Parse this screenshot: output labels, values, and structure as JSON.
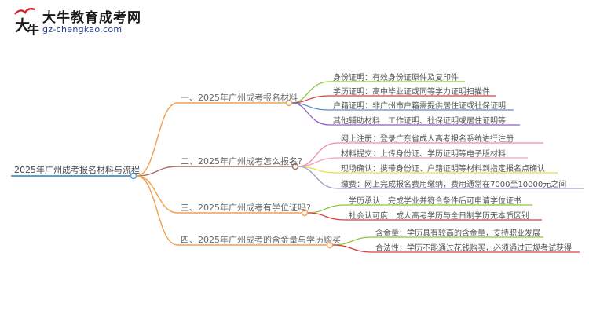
{
  "logo": {
    "title": "大牛教育成考网",
    "url": "gz-chengkao.com"
  },
  "root": "2025年广州成考报名材料与流程",
  "branches": [
    {
      "label": "一、2025年广州成考报名材料",
      "color": "#f0a050",
      "children": [
        {
          "text": "身份证明：有效身份证原件及复印件",
          "color": "#8cc63f"
        },
        {
          "text": "学历证明：高中毕业证或同等学力证明扫描件",
          "color": "#e03c3c"
        },
        {
          "text": "户籍证明：非广州市户籍需提供居住证或社保证明",
          "color": "#5a8cd8"
        },
        {
          "text": "其他辅助材料：工作证明、社保证明或居住证明等",
          "color": "#8e5fc8"
        }
      ]
    },
    {
      "label": "二、2025年广州成考怎么报名?",
      "color": "#a07060",
      "children": [
        {
          "text": "网上注册：登录广东省成人高考报名系统进行注册",
          "color": "#f08aa8"
        },
        {
          "text": "材料提交：上传身份证、学历证明等电子版材料",
          "color": "#f0a0b8"
        },
        {
          "text": "现场确认：携带身份证、户籍证明等材料到指定报名点确认",
          "color": "#e8e040"
        },
        {
          "text": "缴费：网上完成报名费用缴纳，费用通常在7000至10000元之间",
          "color": "#9aa0c8"
        }
      ]
    },
    {
      "label": "三、2025年广州成考有学位证吗?",
      "color": "#f0a050",
      "children": [
        {
          "text": "学历承认：完成学业并符合条件后可申请学位证书",
          "color": "#8cc63f"
        },
        {
          "text": "社会认可度：成人高考学历与全日制学历无本质区别",
          "color": "#e03c3c"
        }
      ]
    },
    {
      "label": "四、2025年广州成考的含金量与学历购买",
      "color": "#f0a050",
      "children": [
        {
          "text": "含金量：学历具有较高的含金量，支持职业发展",
          "color": "#8cc63f"
        },
        {
          "text": "合法性：学历不能通过花钱购买，必须通过正规考试获得",
          "color": "#e03c3c"
        }
      ]
    }
  ],
  "root_color": "#5a9fd4"
}
